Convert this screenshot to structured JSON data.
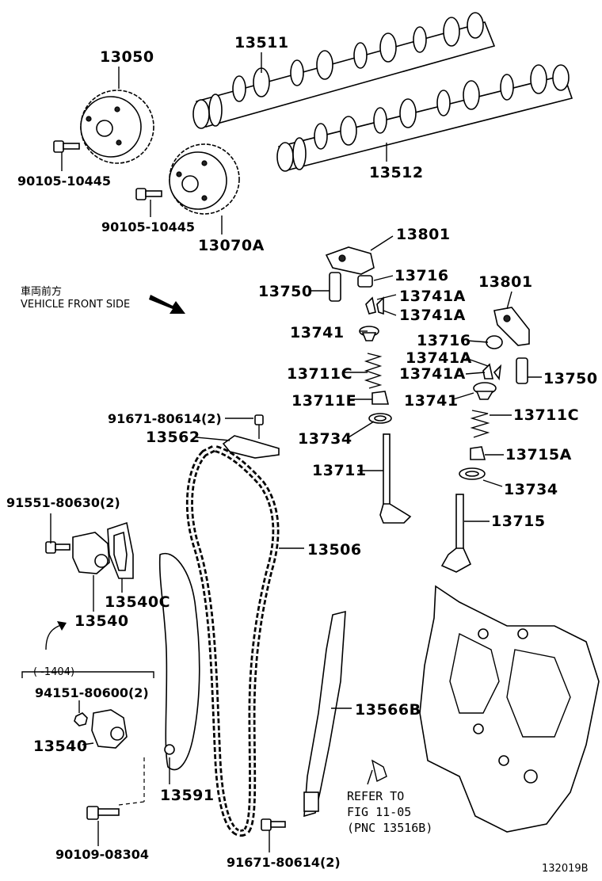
{
  "labels": {
    "p13050": "13050",
    "p13511": "13511",
    "p90105_a": "90105-10445",
    "p90105_b": "90105-10445",
    "p13070A": "13070A",
    "p13512": "13512",
    "p13801_a": "13801",
    "p13801_b": "13801",
    "p13716_a": "13716",
    "p13716_b": "13716",
    "p13750_a": "13750",
    "p13750_b": "13750",
    "p13741A_1": "13741A",
    "p13741A_2": "13741A",
    "p13741A_3": "13741A",
    "p13741A_4": "13741A",
    "p13741_a": "13741",
    "p13741_b": "13741",
    "p13711C_a": "13711C",
    "p13711C_b": "13711C",
    "p13711E": "13711E",
    "p13734_a": "13734",
    "p13734_b": "13734",
    "p13715A": "13715A",
    "p13711": "13711",
    "p13715": "13715",
    "p91671_top": "91671-80614(2)",
    "p13562": "13562",
    "p13506": "13506",
    "p91551": "91551-80630(2)",
    "p13540C": "13540C",
    "p13540_a": "13540",
    "p13540_b": "13540",
    "p94151": "94151-80600(2)",
    "p13566B": "13566B",
    "p13591": "13591",
    "p90109": "90109-08304",
    "p91671_bottom": "91671-80614(2)",
    "date_range": "(    -1404)",
    "front_jp": "車両前方",
    "front_en": "VEHICLE FRONT SIDE",
    "refer_line1": "REFER TO",
    "refer_line2": "FIG 11-05",
    "refer_line3": "(PNC 13516B)",
    "figure_id": "132019B"
  }
}
